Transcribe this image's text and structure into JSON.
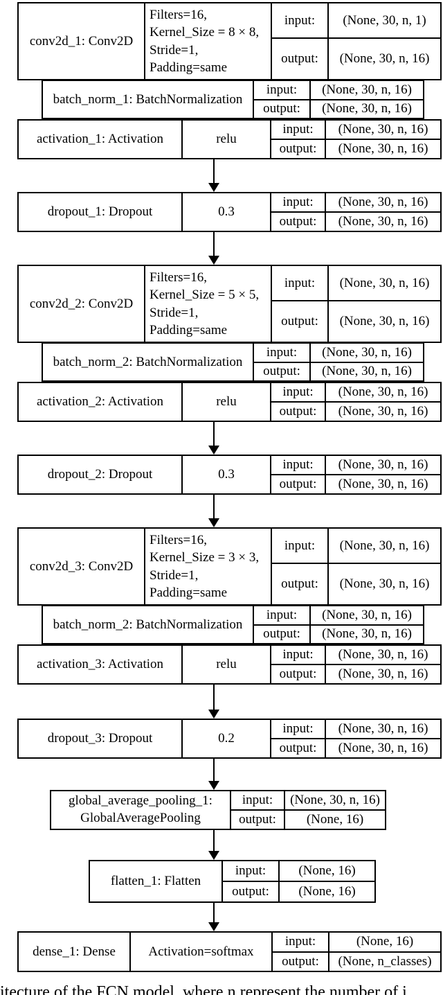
{
  "colors": {
    "border": "#000000",
    "text": "#000000",
    "background": "#ffffff"
  },
  "diagram": {
    "caption_fragment": "itecture of the FCN model, where n represent the number of i",
    "layers": [
      {
        "id": "conv2d_1",
        "name": "conv2d_1: Conv2D",
        "params_lines": [
          "Filters=16,",
          "Kernel_Size = 8 × 8,",
          "Stride=1,",
          "Padding=same"
        ],
        "input_label": "input:",
        "output_label": "output:",
        "input_shape": "(None, 30, n, 1)",
        "output_shape": "(None, 30, n, 16)"
      },
      {
        "id": "batch_norm_1",
        "name": "batch_norm_1: BatchNormalization",
        "input_label": "input:",
        "output_label": "output:",
        "input_shape": "(None, 30, n, 16)",
        "output_shape": "(None, 30, n, 16)"
      },
      {
        "id": "activation_1",
        "name": "activation_1: Activation",
        "value": "relu",
        "input_label": "input:",
        "output_label": "output:",
        "input_shape": "(None, 30, n, 16)",
        "output_shape": "(None, 30, n, 16)"
      },
      {
        "id": "dropout_1",
        "name": "dropout_1: Dropout",
        "value": "0.3",
        "input_label": "input:",
        "output_label": "output:",
        "input_shape": "(None, 30, n, 16)",
        "output_shape": "(None, 30, n, 16)"
      },
      {
        "id": "conv2d_2",
        "name": "conv2d_2: Conv2D",
        "params_lines": [
          "Filters=16,",
          "Kernel_Size = 5 × 5,",
          "Stride=1,",
          "Padding=same"
        ],
        "input_label": "input:",
        "output_label": "output:",
        "input_shape": "(None, 30, n, 16)",
        "output_shape": "(None, 30, n, 16)"
      },
      {
        "id": "batch_norm_2",
        "name": "batch_norm_2: BatchNormalization",
        "input_label": "input:",
        "output_label": "output:",
        "input_shape": "(None, 30, n, 16)",
        "output_shape": "(None, 30, n, 16)"
      },
      {
        "id": "activation_2",
        "name": "activation_2: Activation",
        "value": "relu",
        "input_label": "input:",
        "output_label": "output:",
        "input_shape": "(None, 30, n, 16)",
        "output_shape": "(None, 30, n, 16)"
      },
      {
        "id": "dropout_2",
        "name": "dropout_2: Dropout",
        "value": "0.3",
        "input_label": "input:",
        "output_label": "output:",
        "input_shape": "(None, 30, n, 16)",
        "output_shape": "(None, 30, n, 16)"
      },
      {
        "id": "conv2d_3",
        "name": "conv2d_3: Conv2D",
        "params_lines": [
          "Filters=16,",
          "Kernel_Size = 3 × 3,",
          "Stride=1,",
          "Padding=same"
        ],
        "input_label": "input:",
        "output_label": "output:",
        "input_shape": "(None, 30, n, 16)",
        "output_shape": "(None, 30, n, 16)"
      },
      {
        "id": "batch_norm_2b",
        "name": "batch_norm_2: BatchNormalization",
        "input_label": "input:",
        "output_label": "output:",
        "input_shape": "(None, 30, n, 16)",
        "output_shape": "(None, 30, n, 16)"
      },
      {
        "id": "activation_3",
        "name": "activation_3: Activation",
        "value": "relu",
        "input_label": "input:",
        "output_label": "output:",
        "input_shape": "(None, 30, n, 16)",
        "output_shape": "(None, 30, n, 16)"
      },
      {
        "id": "dropout_3",
        "name": "dropout_3: Dropout",
        "value": "0.2",
        "input_label": "input:",
        "output_label": "output:",
        "input_shape": "(None, 30, n, 16)",
        "output_shape": "(None, 30, n, 16)"
      },
      {
        "id": "global_average_pooling_1",
        "name_line1": "global_average_pooling_1:",
        "name_line2": "GlobalAveragePooling",
        "input_label": "input:",
        "output_label": "output:",
        "input_shape": "(None, 30, n, 16)",
        "output_shape": "(None, 16)"
      },
      {
        "id": "flatten_1",
        "name": "flatten_1: Flatten",
        "input_label": "input:",
        "output_label": "output:",
        "input_shape": "(None, 16)",
        "output_shape": "(None, 16)"
      },
      {
        "id": "dense_1",
        "name": "dense_1: Dense",
        "value": "Activation=softmax",
        "input_label": "input:",
        "output_label": "output:",
        "input_shape": "(None, 16)",
        "output_shape": "(None, n_classes)"
      }
    ]
  }
}
